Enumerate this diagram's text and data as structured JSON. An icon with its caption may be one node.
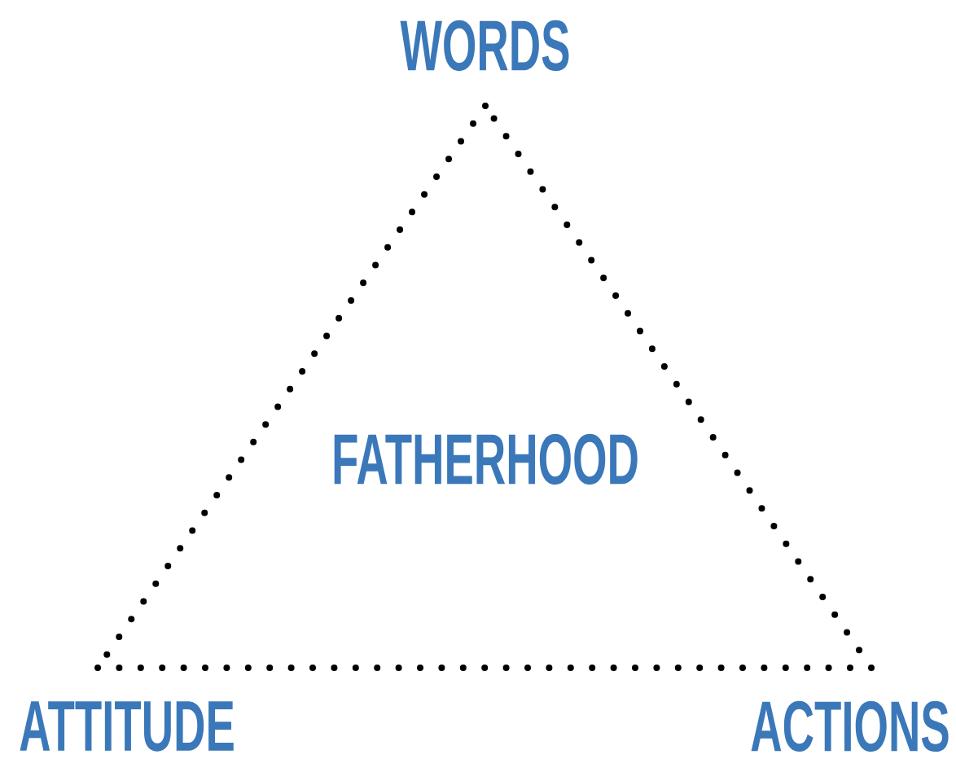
{
  "diagram": {
    "nodes": [
      {
        "text": [
          "WORDS"
        ]
      },
      {
        "text": [
          "ATTITUDE"
        ]
      },
      {
        "text": [
          "ACTIONS"
        ]
      }
    ],
    "edges": [
      {
        "from": 0,
        "to": 1,
        "arrow": "none",
        "style": "dashed"
      },
      {
        "from": 1,
        "to": 2,
        "arrow": "none",
        "style": "dashed"
      },
      {
        "from": 2,
        "to": 0,
        "arrow": "none",
        "style": "dashed"
      }
    ],
    "labels": [
      "FATHERHOOD"
    ]
  }
}
